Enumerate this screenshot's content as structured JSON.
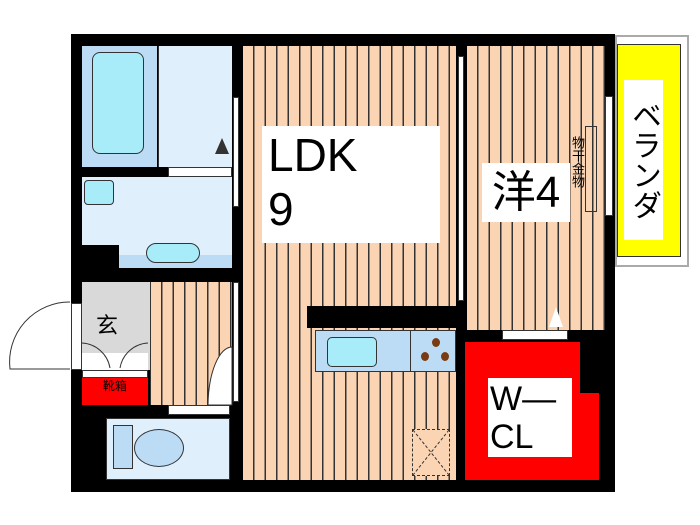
{
  "rooms": {
    "ldk": {
      "name": "LDK",
      "size": "9"
    },
    "western": {
      "name": "洋4"
    },
    "drying_rack": "物干金物",
    "veranda": "ベランダ",
    "entrance": "玄",
    "shoe_box": "靴箱",
    "closet": {
      "line1": "W—",
      "line2": "CL"
    }
  },
  "colors": {
    "floor": "#fbd4b4",
    "closet": "#ff0000",
    "veranda": "#ffff00",
    "wet_area": "#dff0fc"
  }
}
